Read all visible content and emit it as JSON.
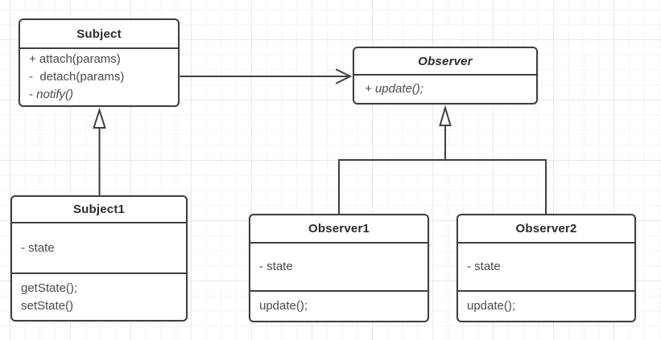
{
  "colors": {
    "border": "#3f3f3f",
    "line": "#3f3f3f",
    "title_text": "#2b2b2b",
    "body_text": "#4a4a4a",
    "background": "#ffffff",
    "grid_minor": "#f3f3f3",
    "grid_major": "#e7e7e7"
  },
  "classes": {
    "subject": {
      "name": "Subject",
      "abstract": false,
      "methods": [
        "+ attach(params)",
        "-  detach(params)",
        "- notify()"
      ]
    },
    "observer": {
      "name": "Observer",
      "abstract": true,
      "methods": [
        "+ update();"
      ]
    },
    "subject1": {
      "name": "Subject1",
      "abstract": false,
      "attributes": [
        "- state"
      ],
      "methods": [
        "getState();",
        "setState()"
      ]
    },
    "observer1": {
      "name": "Observer1",
      "abstract": false,
      "attributes": [
        "- state"
      ],
      "methods": [
        "update();"
      ]
    },
    "observer2": {
      "name": "Observer2",
      "abstract": false,
      "attributes": [
        "- state"
      ],
      "methods": [
        "update();"
      ]
    }
  },
  "relations": [
    {
      "type": "association-arrow",
      "from": "Subject",
      "to": "Observer"
    },
    {
      "type": "generalization",
      "from": "Subject1",
      "to": "Subject"
    },
    {
      "type": "generalization",
      "from": "Observer1",
      "to": "Observer"
    },
    {
      "type": "generalization",
      "from": "Observer2",
      "to": "Observer"
    }
  ]
}
